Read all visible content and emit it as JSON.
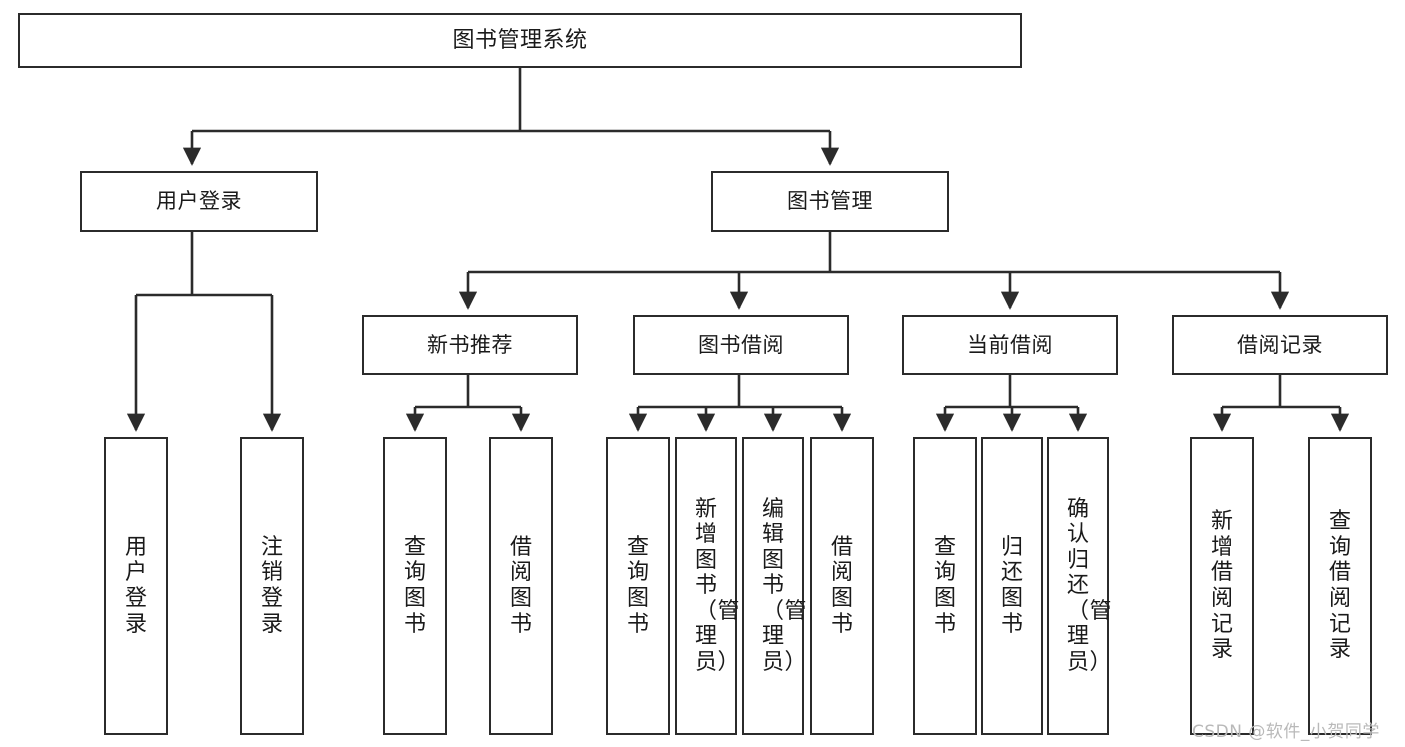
{
  "diagram": {
    "type": "tree-hierarchy-diagram",
    "title": "图书管理系统",
    "orientation": "top-down",
    "colors": {
      "box_border": "#2b2b2b",
      "box_fill": "#ffffff",
      "edge": "#2b2b2b",
      "text": "#1a1a1a",
      "watermark": "#b9b9b9",
      "background": "#ffffff"
    }
  },
  "root": {
    "label": "图书管理系统"
  },
  "level1": [
    {
      "id": "user-login",
      "label": "用户登录"
    },
    {
      "id": "book-management",
      "label": "图书管理"
    }
  ],
  "level2": [
    {
      "id": "new-book-recommend",
      "label": "新书推荐"
    },
    {
      "id": "book-borrow",
      "label": "图书借阅"
    },
    {
      "id": "current-borrow",
      "label": "当前借阅"
    },
    {
      "id": "borrow-record",
      "label": "借阅记录"
    }
  ],
  "leaves": {
    "user_login": [
      {
        "id": "leaf-user-login",
        "label": "用户登录"
      },
      {
        "id": "leaf-logout-login",
        "label": "注销登录"
      }
    ],
    "new_book_recommend": [
      {
        "id": "leaf-query-book-1",
        "label": "查询图书"
      },
      {
        "id": "leaf-borrow-book-1",
        "label": "借阅图书"
      }
    ],
    "book_borrow": [
      {
        "id": "leaf-query-book-2",
        "label": "查询图书"
      },
      {
        "id": "leaf-add-book",
        "label": "新增图书（管理员）"
      },
      {
        "id": "leaf-edit-book",
        "label": "编辑图书（管理员）"
      },
      {
        "id": "leaf-borrow-book-2",
        "label": "借阅图书"
      }
    ],
    "current_borrow": [
      {
        "id": "leaf-query-book-3",
        "label": "查询图书"
      },
      {
        "id": "leaf-return-book",
        "label": "归还图书"
      },
      {
        "id": "leaf-confirm-return",
        "label": "确认归还（管理员）"
      }
    ],
    "borrow_record": [
      {
        "id": "leaf-add-borrow-record",
        "label": "新增借阅记录"
      },
      {
        "id": "leaf-query-borrow-record",
        "label": "查询借阅记录"
      }
    ]
  },
  "watermark": {
    "text": "CSDN @软件_小贺同学"
  }
}
